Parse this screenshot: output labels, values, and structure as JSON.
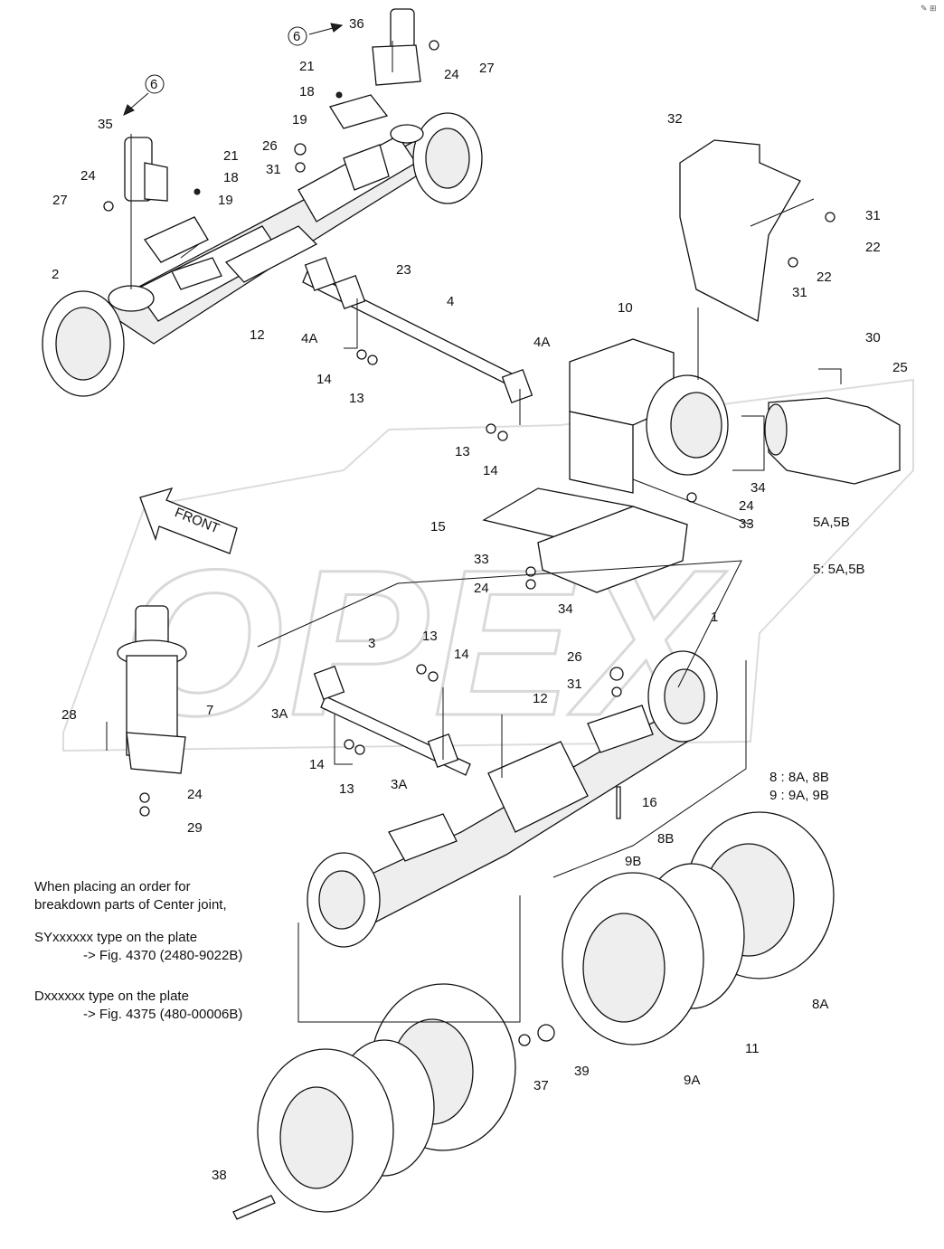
{
  "watermark": "OPEX",
  "front_arrow_label": "FRONT",
  "callouts": {
    "c36": "36",
    "c27a": "27",
    "c24a": "24",
    "c21a": "21",
    "c18a": "18",
    "c19a": "19",
    "c26a": "26",
    "c31a": "31",
    "c35": "35",
    "c21b": "21",
    "c18b": "18",
    "c19b": "19",
    "c24b": "24",
    "c27b": "27",
    "c2": "2",
    "c23": "23",
    "c12a": "12",
    "c4A_a": "4A",
    "c4": "4",
    "c14a": "14",
    "c13a": "13",
    "c4A_b": "4A",
    "c13b": "13",
    "c14b": "14",
    "c32": "32",
    "c31b": "31",
    "c22a": "22",
    "c22b": "22",
    "c31c": "31",
    "c10": "10",
    "c30": "30",
    "c25": "25",
    "c34a": "34",
    "c24c": "24",
    "c33a": "33",
    "c5A5B": "5A,5B",
    "c5legend": "5: 5A,5B",
    "c15": "15",
    "c33b": "33",
    "c24d": "24",
    "c34b": "34",
    "c1": "1",
    "c3": "3",
    "c13c": "13",
    "c14c": "14",
    "c26b": "26",
    "c31d": "31",
    "c12b": "12",
    "c3A_a": "3A",
    "c14d": "14",
    "c13d": "13",
    "c3A_b": "3A",
    "c28": "28",
    "c7": "7",
    "c24e": "24",
    "c29": "29",
    "c16": "16",
    "c8legend": "8 : 8A, 8B",
    "c9legend": "9 : 9A, 9B",
    "c8B": "8B",
    "c9B": "9B",
    "c8A": "8A",
    "c11": "11",
    "c9A": "9A",
    "c37": "37",
    "c39": "39",
    "c38": "38"
  },
  "circled_refs": {
    "r1": "6",
    "r2": "6"
  },
  "note": {
    "line1": "When placing an order for",
    "line2": "breakdown parts of Center joint,",
    "line3": "SYxxxxxx type on the plate",
    "line4": "-> Fig. 4370 (2480-9022B)",
    "line5": "Dxxxxxx type on the plate",
    "line6": "-> Fig. 4375 (480-00006B)"
  },
  "corner_mark": "✎ ⊞"
}
